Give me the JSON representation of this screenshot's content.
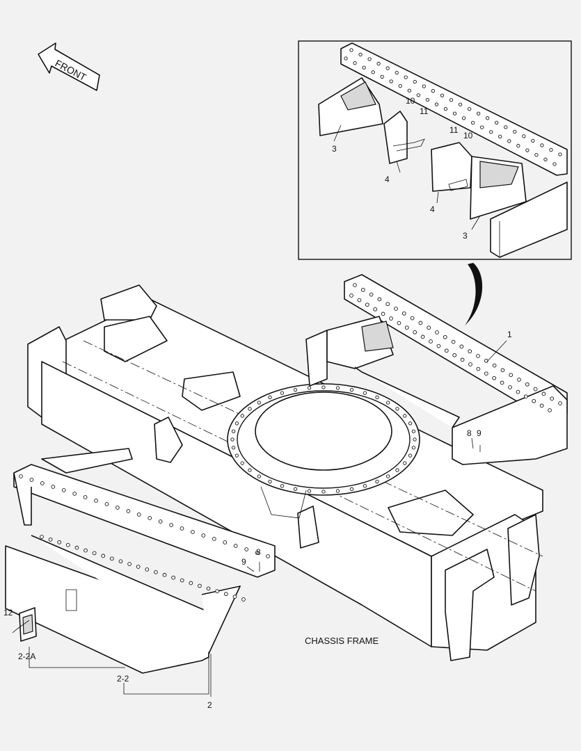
{
  "diagram": {
    "front_label": "FRONT",
    "caption": "CHASSIS FRAME",
    "callouts": {
      "c1": "1",
      "c2": "2",
      "c2_2": "2-2",
      "c2_2a": "2-2A",
      "c3a": "3",
      "c3b": "3",
      "c4a": "4",
      "c4b": "4",
      "c8a": "8",
      "c8b": "8",
      "c9a": "9",
      "c9b": "9",
      "c10a": "10",
      "c10b": "10",
      "c11a": "11",
      "c11b": "11",
      "c12": "12"
    }
  },
  "colors": {
    "background": "#f2f2f2",
    "line": "#111111"
  }
}
